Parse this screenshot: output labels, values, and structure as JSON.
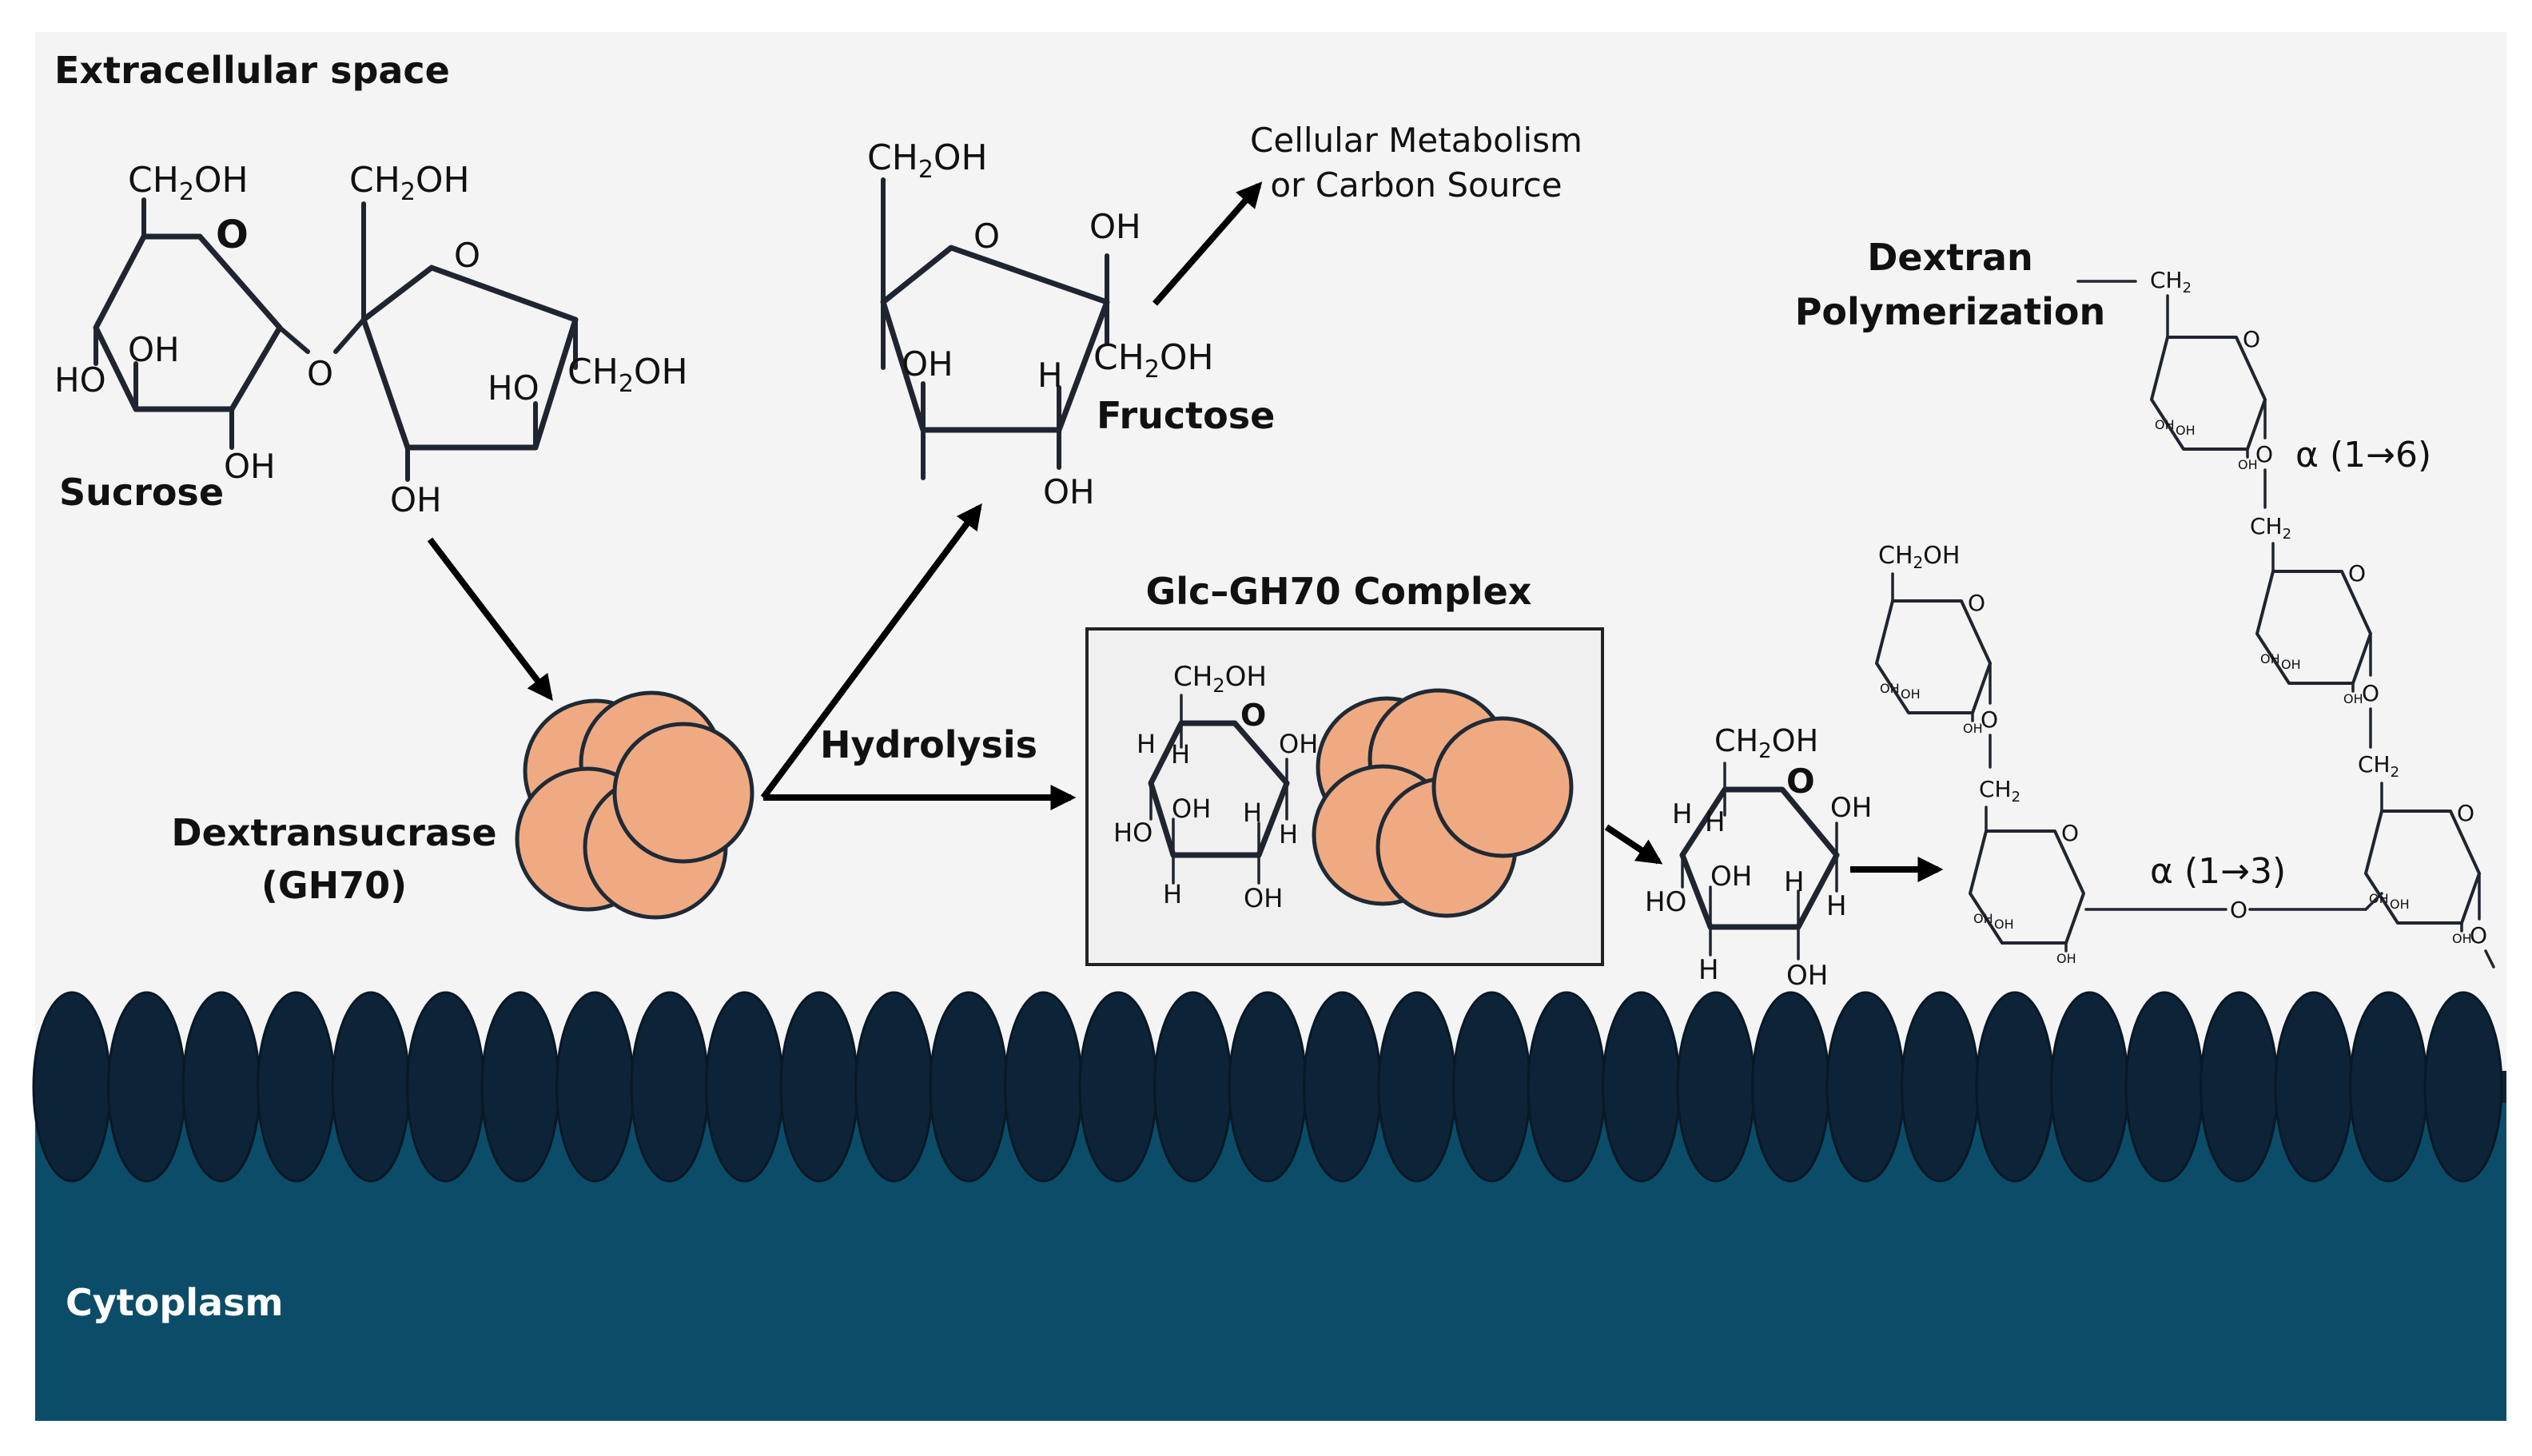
{
  "labels": {
    "extracellular": "Extracellular space",
    "cytoplasm": "Cytoplasm",
    "sucrose": "Sucrose",
    "fructose": "Fructose",
    "enzyme_line1": "Dextransucrase",
    "enzyme_line2": "(GH70)",
    "hydrolysis": "Hydrolysis",
    "complex_title": "Glc–GH70 Complex",
    "metabolism_line1": "Cellular Metabolism",
    "metabolism_line2": "or Carbon Source",
    "polymer_line1": "Dextran",
    "polymer_line2": "Polymerization",
    "link16": "α (1→6)",
    "link13": "α (1→3)"
  },
  "chem": {
    "ch2oh_main": "CH",
    "ch2oh_sub": "2",
    "ch2oh_tail": "OH",
    "ch2": "CH",
    "ch2_sub": "2",
    "o": "O",
    "oh": "OH",
    "ho": "HO",
    "h": "H"
  },
  "colors": {
    "background": "#f4f4f4",
    "membrane": "#0d2438",
    "cytoplasm": "#0b4d68",
    "enzyme": "#f0aa82"
  }
}
